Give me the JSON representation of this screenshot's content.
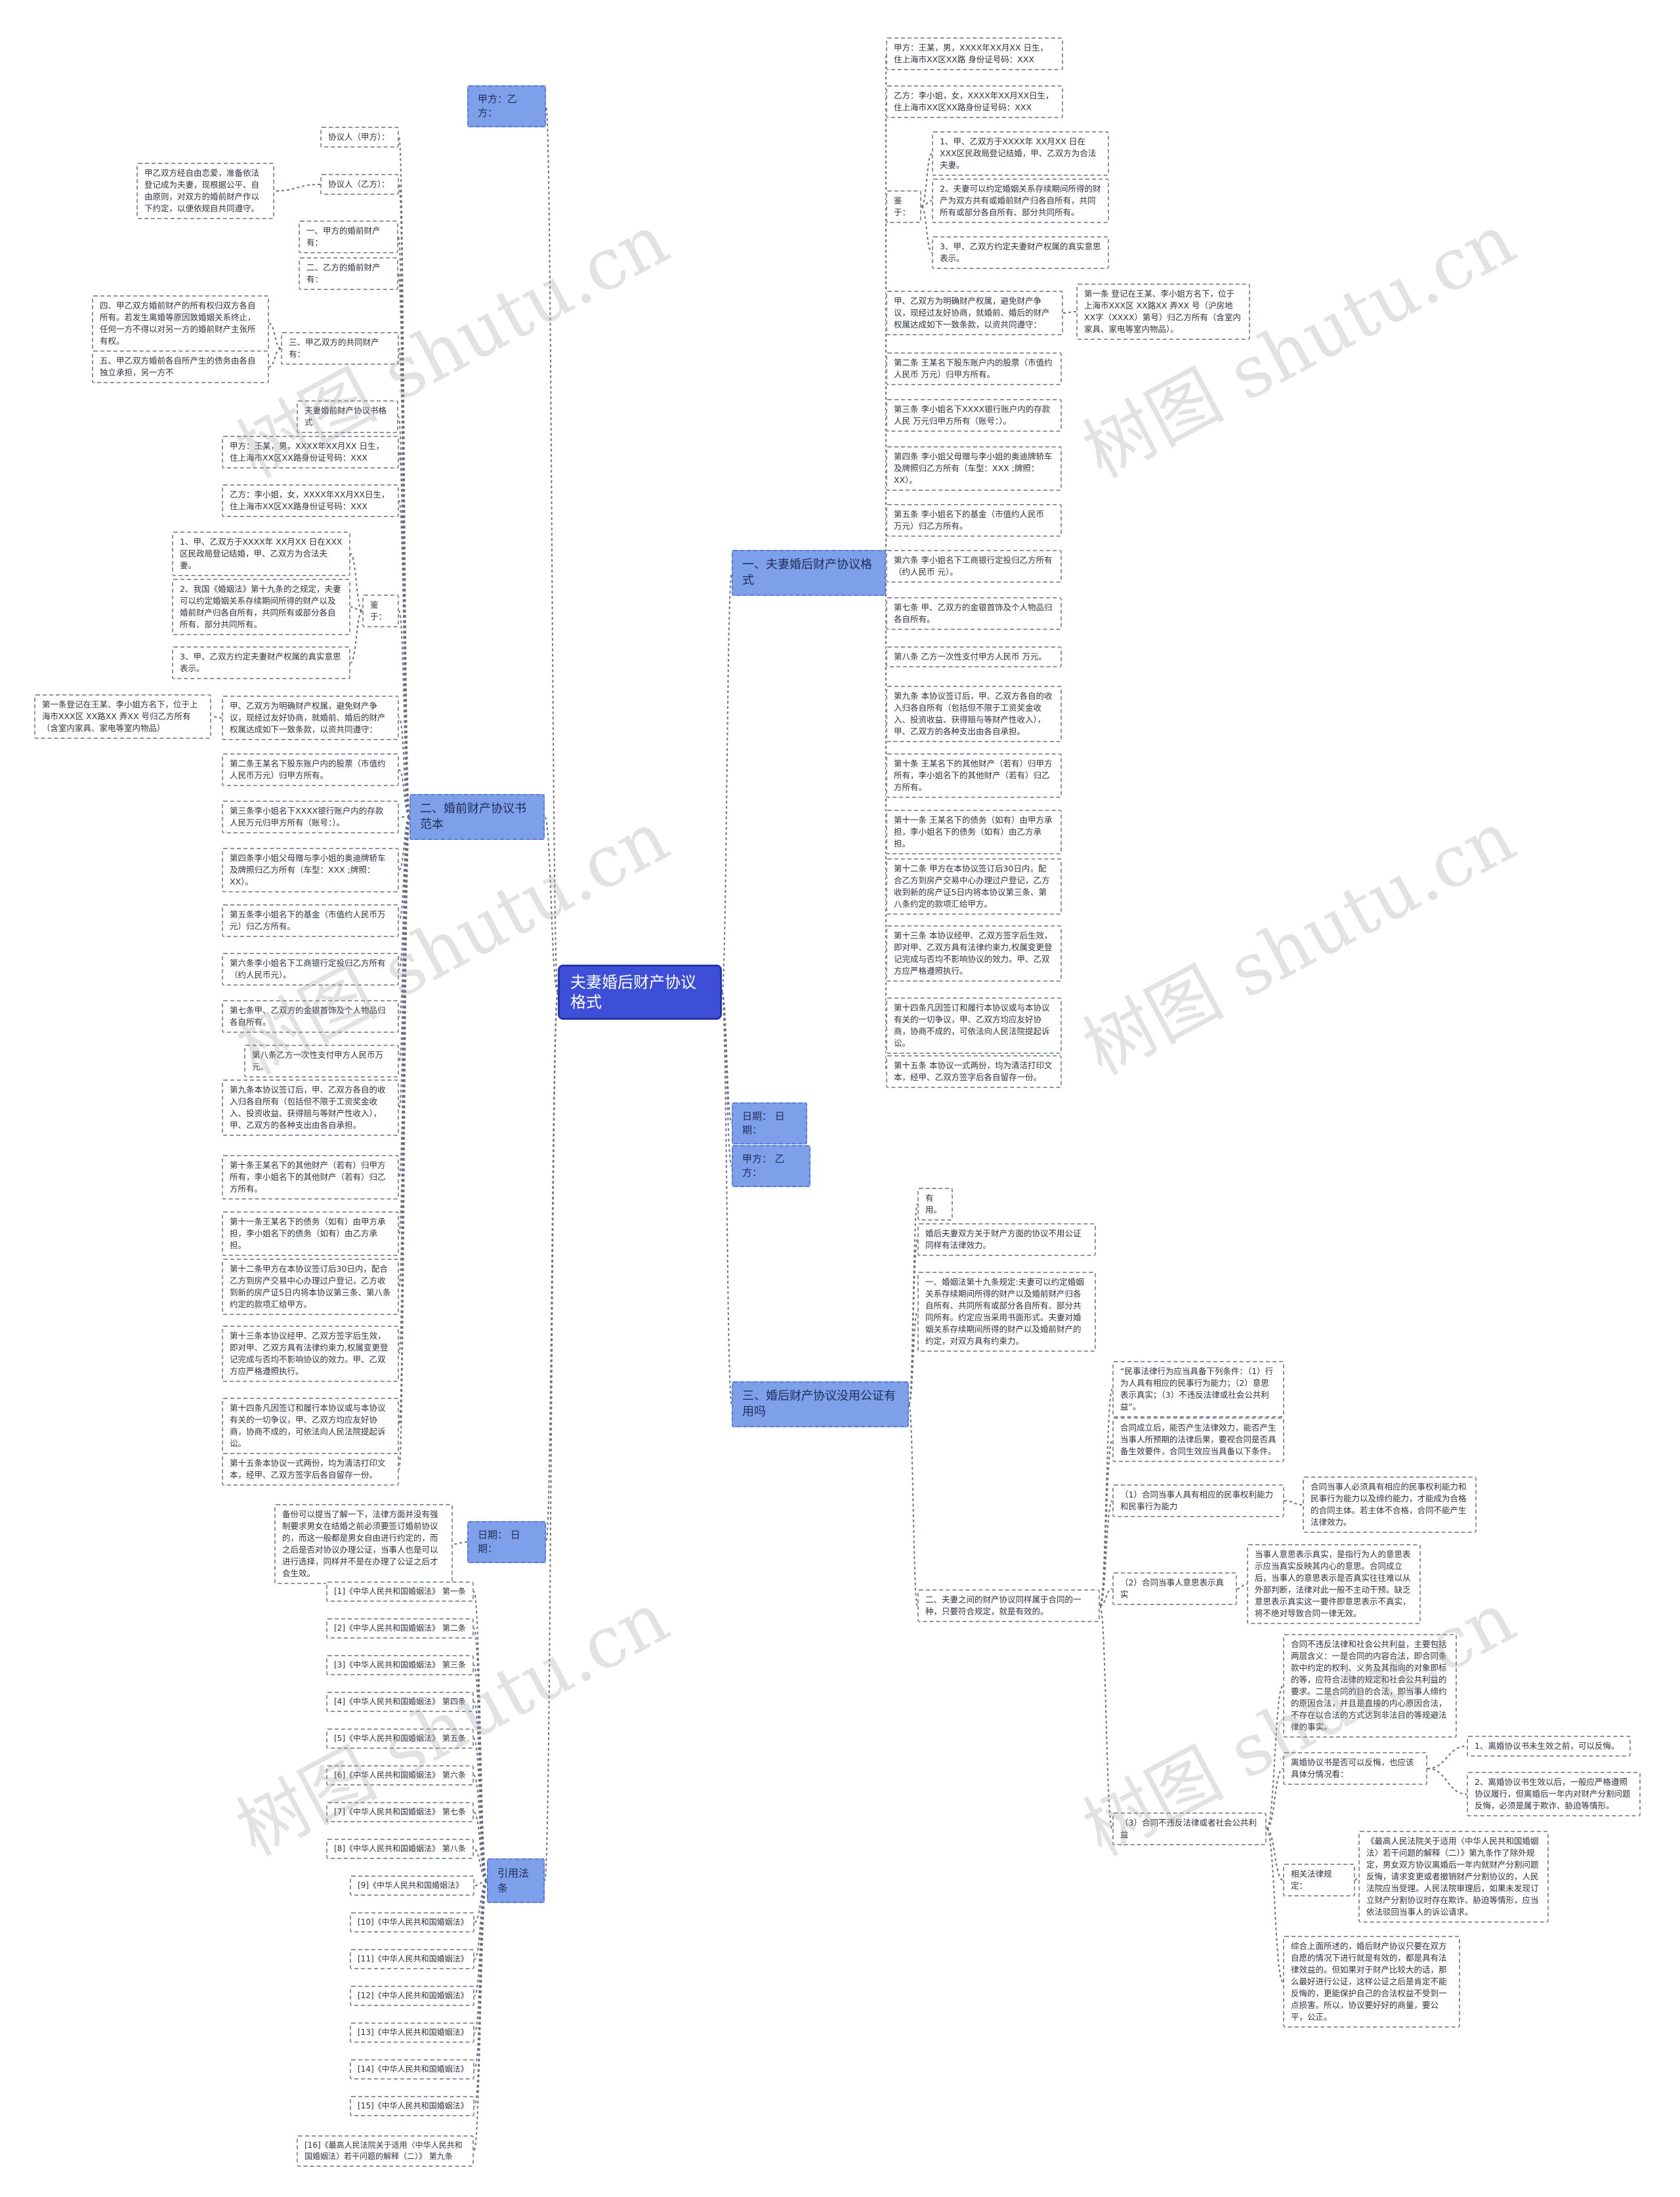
{
  "root": {
    "text": "夫妻婚后财产协议格式"
  },
  "right": {
    "section1": {
      "title": "一、夫妻婚后财产协议格式",
      "party_a": "甲方：王某，男，XXXX年XX月XX 日生，住上海市XX区XX路 身份证号码：XXX",
      "party_b": "乙方：李小姐，女，XXXX年XX月XX日生，住上海市XX区XX路身份证号码：XXX",
      "whereas_label": "鉴于：",
      "whereas": [
        "1、甲、乙双方于XXXX年 XX月XX 日在XXX区民政局登记结婚，甲、乙双方为合法夫妻。",
        "2、夫妻可以约定婚姻关系存续期间所得的财产为双方共有或婚前财产归各自所有，共同所有或部分各自所有、部分共同所有。",
        "3、甲、乙双方约定夫妻财产权属的真实意思表示。"
      ],
      "intro": "甲、乙双方为明确财产权属，避免财产争议，现经过友好协商，就婚前、婚后的财产权属达成如下一致条款，以资共同遵守：",
      "art1": "第一条 登记在王某、李小姐方名下，位于上海市XXX区 XX路XX 弄XX 号（沪房地XX字（XXXX）第号）归乙方所有（含室内家具、家电等室内物品）。",
      "articles": [
        "第二条 王某名下股东账户内的股票（市值约人民币 万元）归甲方所有。",
        "第三条 李小姐名下XXXX银行账户内的存款人民 万元归甲方所有（账号：）。",
        "第四条 李小姐父母赠与李小姐的奥迪牌轿车及牌照归乙方所有（车型：XXX ;牌照：XX）。",
        "第五条 李小姐名下的基金（市值约人民币 万元）归乙方所有。",
        "第六条 李小姐名下工商银行定投归乙方所有（约人民币 元）。",
        "第七条 甲、乙双方的金银首饰及个人物品归各自所有。",
        "第八条 乙方一次性支付甲方人民币 万元。",
        "第九条 本协议签订后，甲、乙双方各自的收入归各自所有（包括但不限于工资奖金收入、投资收益、获得赔与等财产性收入），甲、乙双方的各种支出由各自承担。",
        "第十条 王某名下的其他财产（若有）归甲方所有，李小姐名下的其他财产（若有）归乙方所有。",
        "第十一条 王某名下的债务（如有）由甲方承担，李小姐名下的债务（如有）由乙方承担。",
        "第十二条 甲方在本协议签订后30日内，配合乙方到房产交易中心办理过户登记，乙方收到新的房产证5日内将本协议第三条、第八条约定的款项汇给甲方。",
        "第十三条 本协议经甲、乙双方签字后生效，即对甲、乙双方具有法律约束力,权属变更登记完成与否均不影响协议的效力。甲、乙双方应严格遵照执行。",
        "第十四条凡因签订和履行本协议或与本协议有关的一切争议，甲、乙双方均应友好协商，协商不成的，可依法向人民法院提起诉讼。",
        "第十五条 本协议一式两份，均为清洁打印文本，经甲、乙双方签字后各自留存一份。"
      ]
    },
    "date_line": "日期：   日期：",
    "party_line": "甲方：   乙方：",
    "section3": {
      "title": "三、婚后财产协议没用公证有用吗",
      "useful": "有用。",
      "points": [
        "婚后夫妻双方关于财产方面的协议不用公证同样有法律效力。",
        "一、婚姻法第十九条规定:夫妻可以约定婚姻关系存续期间所得的财产以及婚前财产归各自所有、共同所有或部分各自所有、部分共同所有。约定应当采用书面形式。夫妻对婚姻关系存续期间所得的财产以及婚前财产的约定，对双方具有约束力。",
        "二、夫妻之间的财产协议同样属于合同的一种，只要符合规定，就是有效的。"
      ],
      "law_quote": "“民事法律行为应当具备下列条件：（1）行为人具有相应的民事行为能力；（2）意思表示真实；（3）不违反法律或社会公共利益”。",
      "contract_note": "合同成立后，能否产生法律效力，能否产生当事人所预期的法律后果，要视合同是否具备生效要件，合同生效应当具备以下条件。",
      "cond1": {
        "label": "（1）合同当事人具有相应的民事权利能力和民事行为能力",
        "detail": "合同当事人必须具有相应的民事权利能力和民事行为能力以及缔约能力，才能成为合格的合同主体。若主体不合格，合同不能产生法律效力。"
      },
      "cond2": {
        "label": "（2）合同当事人意思表示真实",
        "detail": "当事人意思表示真实，是指行为人的意思表示应当真实反映其内心的意思。合同成立后，当事人的意思表示是否真实往往难以从外部判断，法律对此一般不主动干预。缺乏意思表示真实这一要件即意思表示不真实，将不绝对导致合同一律无效。"
      },
      "cond3": {
        "label": "（3）合同不违反法律或者社会公共利益",
        "detail": "合同不违反法律和社会公共利益，主要包括两层含义：一是合同的内容合法，即合同条款中约定的权利、义务及其指向的对象即标的等，应符合法律的规定和社会公共利益的要求。二是合同的目的合法，即当事人缔约的原因合法，并且是直接的内心原因合法，不存在以合法的方式达到非法目的等规避法律的事实。",
        "revoke_q": "离婚协议书是否可以反悔，也应该具体分情况看：",
        "revoke_a": [
          "1、离婚协议书未生效之前，可以反悔。",
          "2、离婚协议书生效以后，一般应严格遵照协议履行，但离婚后一年内对财产分割问题反悔，必须是属于欺诈、胁迫等情形。"
        ],
        "rule_label": "相关法律规定：",
        "rule": "《最高人民法院关于适用〈中华人民共和国婚姻法〉若干问题的解释（二）》第九条作了除外规定，男女双方协议离婚后一年内就财产分割问题反悔，请求变更或者撤销财产分割协议的，人民法院应当受理。人民法院审理后，如果未发现订立财产分割协议时存在欺诈、胁迫等情形，应当依法驳回当事人的诉讼请求。",
        "summary": "综合上面所述的，婚后财产协议只要在双方自愿的情况下进行就是有效的，都是具有法律效益的。但如果对于财产比较大的话，那么最好进行公证，这样公证之后是肯定不能反悔的，更能保护自己的合法权益不受到一点损害。所以，协议要好好的商量，要公平，公正。"
      }
    }
  },
  "left": {
    "parties_top": "甲方：乙方：",
    "section2": {
      "title": "二、婚前财产协议书范本",
      "agreement_a": "协议人（甲方）：",
      "agreement_b": "协议人（乙方）：",
      "preface": "甲乙双方经自由恋爱，准备依法登记成为夫妻，现根据公平、自由原则，对双方的婚前财产作以下约定，以便依规自共同遵守。",
      "item1": "一、甲方的婚前财产有：",
      "item2": "二、乙方的婚前财产有：",
      "item3": "三、甲乙双方的共同财产有：",
      "item4": "四、甲乙双方婚前财产的所有权归双方各自所有。若发生离婚等原因致婚姻关系终止，任何一方不得以对另一方的婚前财产主张所有权。",
      "item5": "五、甲乙双方婚前各自所产生的债务由各自独立承担，另一方不",
      "couple_title": "夫妻婚前财产协议书格式",
      "party_a": "甲方：王某，男，XXXX年XX月XX 日生，住上海市XX区XX路身份证号码：XXX",
      "party_b": "乙方：李小姐，女，XXXX年XX月XX日生，住上海市XX区XX路身份证号码：XXX",
      "whereas_label": "鉴于：",
      "whereas": [
        "1、甲、乙双方于XXXX年 XX月XX 日在XXX区民政局登记结婚，甲、乙双方为合法夫妻。",
        "2、我国《婚姻法》第十九条的之规定，夫妻可以约定婚姻关系存续期间所得的财产以及婚前财产归各自所有，共同所有或部分各自所有、部分共同所有。",
        "3、甲、乙双方约定夫妻财产权属的真实意思表示。"
      ],
      "intro": "甲、乙双方为明确财产权属，避免财产争议，现经过友好协商，就婚前、婚后的财产权属达成如下一致条款，以资共同遵守：",
      "art1": "第一条登记在王某、李小姐方名下，位于上海市XXX区 XX路XX 弄XX 号归乙方所有（含室内家具、家电等室内物品）",
      "articles": [
        "第二条王某名下股东账户内的股票（市值约人民币万元）归甲方所有。",
        "第三条李小姐名下XXXX银行账户内的存款人民万元归甲方所有（账号：）。",
        "第四条李小姐父母赠与李小姐的奥迪牌轿车及牌照归乙方所有（车型：XXX ;牌照：XX）。",
        "第五条李小姐名下的基金（市值约人民币万元）归乙方所有。",
        "第六条李小姐名下工商银行定投归乙方所有（约人民币元）。",
        "第七条甲、乙双方的金银首饰及个人物品归各自所有。",
        "第八条乙方一次性支付甲方人民币万元。",
        "第九条本协议签订后，甲、乙双方各自的收入归各自所有（包括但不限于工资奖金收入、投资收益、获得赔与等财产性收入），甲、乙双方的各种支出由各自承担。",
        "第十条王某名下的其他财产（若有）归甲方所有，李小姐名下的其他财产（若有）归乙方所有。",
        "第十一条王某名下的债务（如有）由甲方承担，李小姐名下的债务（如有）由乙方承担。",
        "第十二条甲方在本协议签订后30日内，配合乙方到房产交易中心办理过户登记，乙方收到新的房产证5日内将本协议第三条、第八条约定的款项汇给甲方。",
        "第十三条本协议经甲、乙双方签字后生效，即对甲、乙双方具有法律约束力,权属变更登记完成与否均不影响协议的效力。甲、乙双方应严格遵照执行。",
        "第十四条凡因签订和履行本协议或与本协议有关的一切争议，甲、乙双方均应友好协商，协商不成的，可依法向人民法院提起诉讼。",
        "第十五条本协议一式两份，均为清洁打印文本，经甲、乙双方签字后各自留存一份。"
      ]
    },
    "date_line": "日期：   日期：",
    "date_note": "备份可以提当了解一下，法律方面并没有强制要求男女在结婚之前必须要签订婚前协议的，而这一般都是男女自由进行约定的，而之后是否对协议办理公证，当事人也是可以进行选择，同样并不是在办理了公证之后才会生效。",
    "refs_title": "引用法条",
    "refs": [
      "[1]《中华人民共和国婚姻法》 第一条",
      "[2]《中华人民共和国婚姻法》 第二条",
      "[3]《中华人民共和国婚姻法》 第三条",
      "[4]《中华人民共和国婚姻法》 第四条",
      "[5]《中华人民共和国婚姻法》 第五条",
      "[6]《中华人民共和国婚姻法》 第六条",
      "[7]《中华人民共和国婚姻法》 第七条",
      "[8]《中华人民共和国婚姻法》 第八条",
      "[9]《中华人民共和国婚姻法》",
      "[10]《中华人民共和国婚姻法》",
      "[11]《中华人民共和国婚姻法》",
      "[12]《中华人民共和国婚姻法》",
      "[13]《中华人民共和国婚姻法》",
      "[14]《中华人民共和国婚姻法》",
      "[15]《中华人民共和国婚姻法》",
      "[16]《最高人民法院关于适用〈中华人民共和国婚姻法〉若干问题的解释（二）》 第九条"
    ]
  },
  "watermark": "树图 shutu.cn",
  "colors": {
    "root_bg": "#3d4fd6",
    "level1_bg": "#7ea0ea",
    "link": "#6a7088"
  }
}
